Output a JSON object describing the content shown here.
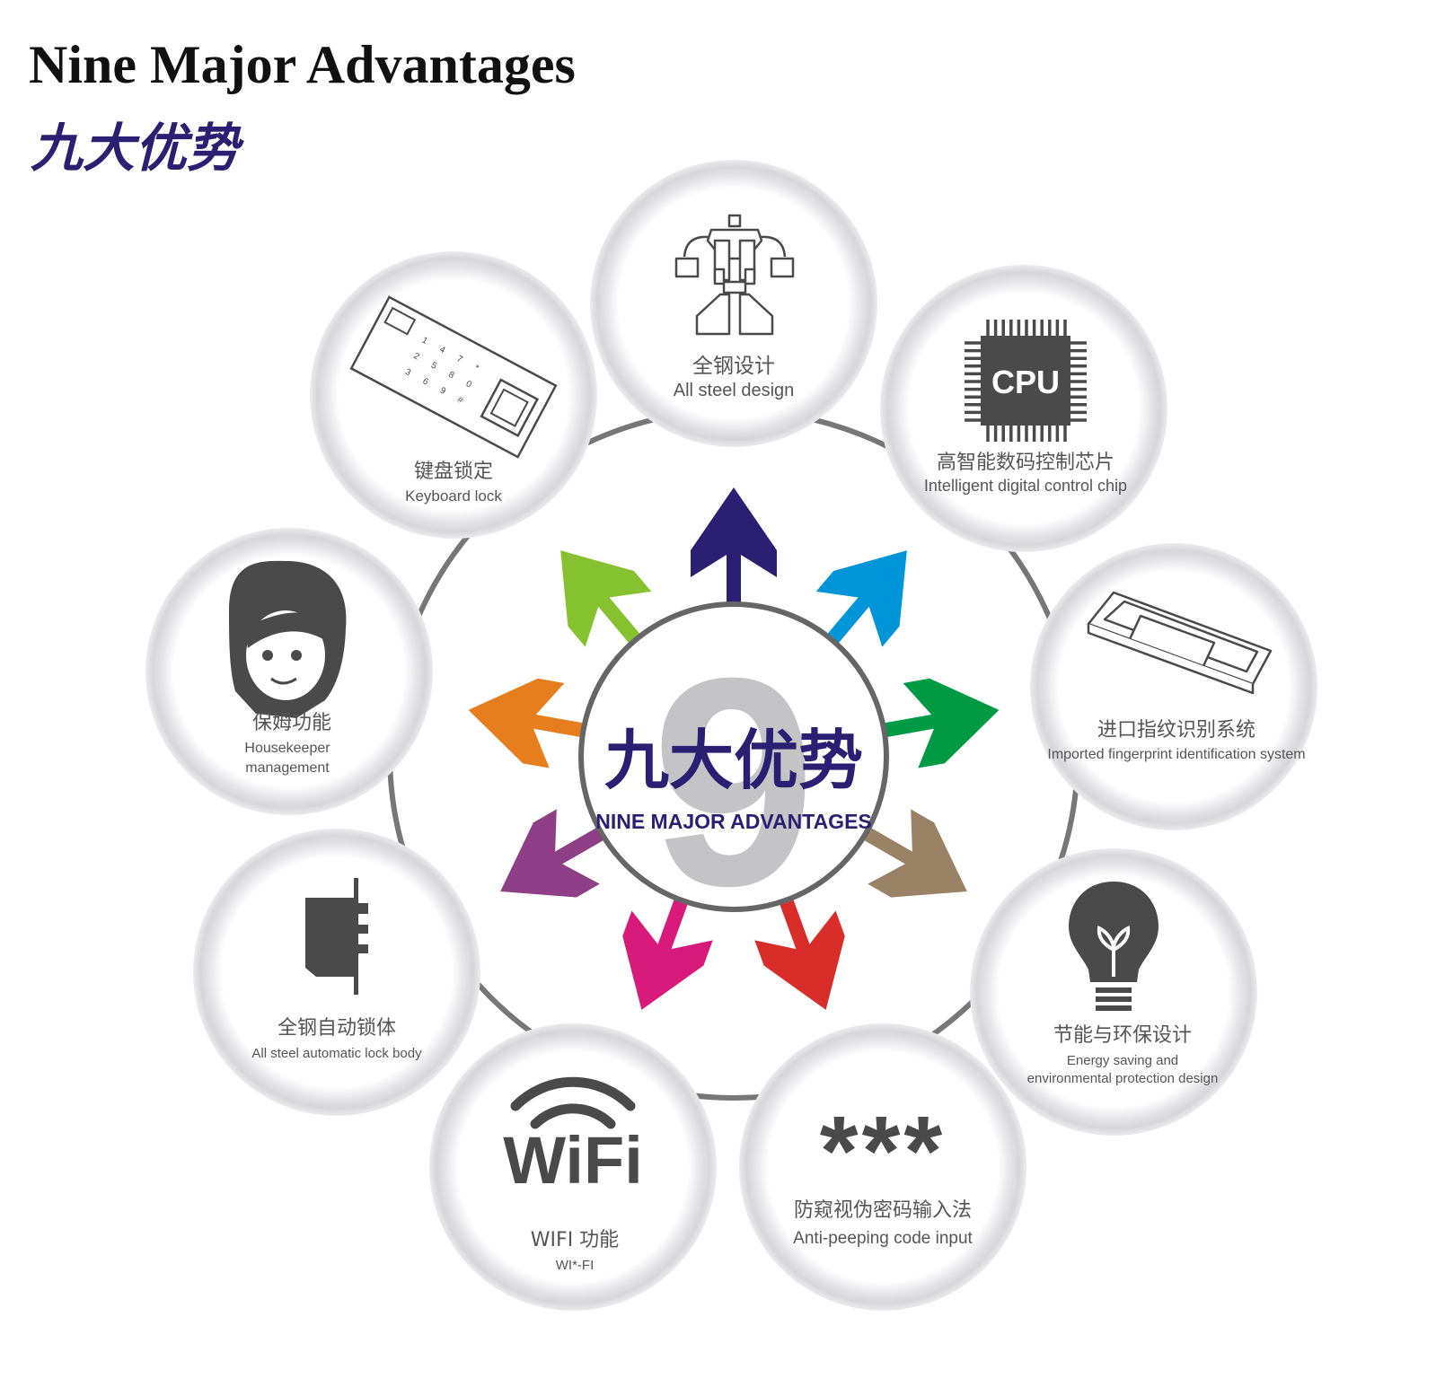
{
  "title": {
    "english": "Nine Major Advantages",
    "chinese": "九大优势"
  },
  "center": {
    "digit": "9",
    "chinese": "九大优势",
    "english": "NINE MAJOR ADVANTAGES"
  },
  "colors": {
    "title_dark": "#111111",
    "accent_navy": "#2a1f72",
    "ring_gray": "#777777",
    "icon_gray": "#4a4a4a",
    "arrow_navy": "#2a1f72",
    "arrow_blue": "#0095d8",
    "arrow_green": "#009a44",
    "arrow_brown": "#9a8266",
    "arrow_red": "#d92d2a",
    "arrow_magenta": "#d81b7a",
    "arrow_purple": "#8e3f86",
    "arrow_orange": "#e67e1e",
    "arrow_lime": "#86c230"
  },
  "advantages": [
    {
      "icon": "robot-icon",
      "cn": "全钢设计",
      "en": "All steel design"
    },
    {
      "icon": "cpu-chip-icon",
      "cn": "高智能数码控制芯片",
      "en": "Intelligent digital control chip",
      "icon_text": "CPU"
    },
    {
      "icon": "fingerprint-sensor-icon",
      "cn": "进口指纹识别系统",
      "en": "Imported  fingerprint identification system"
    },
    {
      "icon": "light-bulb-icon",
      "cn": "节能与环保设计",
      "en": "Energy saving and",
      "en2": "environmental protection design"
    },
    {
      "icon": "asterisks-icon",
      "cn": "防窥视伪密码输入法",
      "en": "Anti-peeping code input",
      "icon_text": "***"
    },
    {
      "icon": "wifi-icon",
      "cn": "WIFI 功能",
      "en": "WI*-FI",
      "icon_text": "WiFi"
    },
    {
      "icon": "lock-body-icon",
      "cn": "全钢自动锁体",
      "en": "All steel automatic lock body"
    },
    {
      "icon": "housekeeper-face-icon",
      "cn": "保姆功能",
      "en": "Housekeeper",
      "en2": "management"
    },
    {
      "icon": "keypad-icon",
      "cn": "键盘锁定",
      "en": "Keyboard lock",
      "keys": [
        "1",
        "2",
        "3",
        "4",
        "5",
        "6",
        "7",
        "8",
        "9",
        "*",
        "0",
        "#"
      ]
    }
  ]
}
